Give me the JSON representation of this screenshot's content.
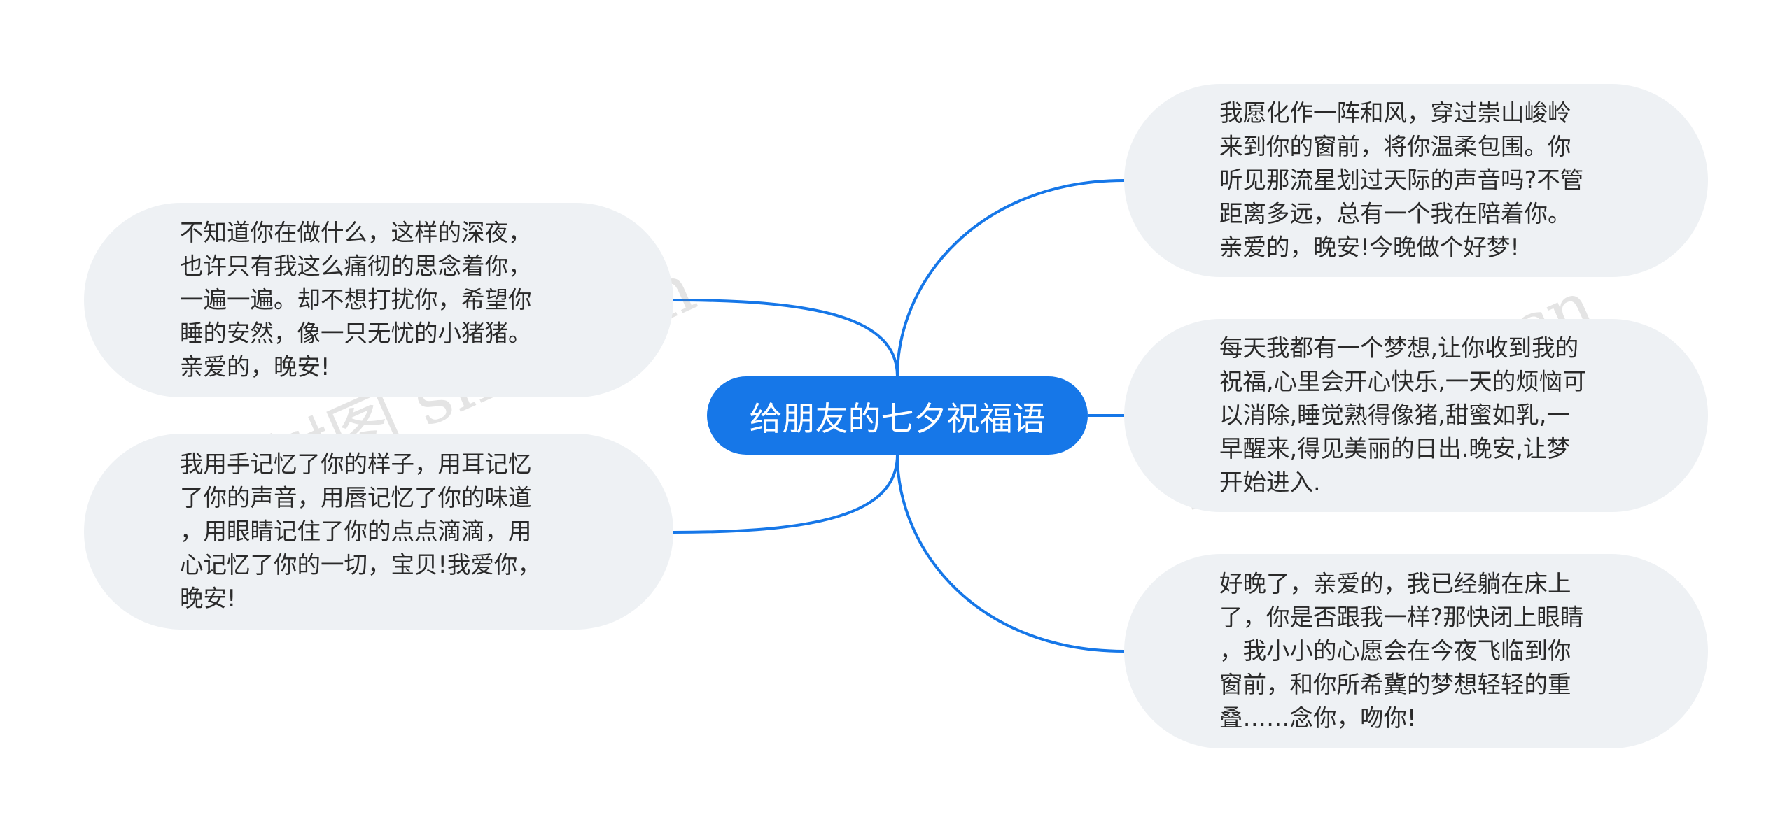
{
  "watermark": {
    "left": "树图 shutu.cn",
    "right": "树图 shutu.cn"
  },
  "colors": {
    "root_fill": "#1677e8",
    "root_text": "#ffffff",
    "node_fill": "#eef1f4",
    "node_text": "#2a2a2a",
    "connector": "#1677e8"
  },
  "mindmap": {
    "root": "给朋友的七夕祝福语",
    "left_branches": [
      {
        "text": "不知道你在做什么，这样的深夜，\n也许只有我这么痛彻的思念着你，\n一遍一遍。却不想打扰你，希望你\n睡的安然，像一只无忧的小猪猪。\n亲爱的，晚安!"
      },
      {
        "text": "我用手记忆了你的样子，用耳记忆\n了你的声音，用唇记忆了你的味道\n，用眼睛记住了你的点点滴滴，用\n心记忆了你的一切，宝贝!我爱你，\n晚安!"
      }
    ],
    "right_branches": [
      {
        "text": "我愿化作一阵和风，穿过崇山峻岭\n来到你的窗前，将你温柔包围。你\n听见那流星划过天际的声音吗?不管\n距离多远，总有一个我在陪着你。\n亲爱的，晚安!今晚做个好梦!"
      },
      {
        "text": "每天我都有一个梦想,让你收到我的\n祝福,心里会开心快乐,一天的烦恼可\n以消除,睡觉熟得像猪,甜蜜如乳,一\n早醒来,得见美丽的日出.晚安,让梦\n开始进入."
      },
      {
        "text": "好晚了，亲爱的，我已经躺在床上\n了，你是否跟我一样?那快闭上眼睛\n，我小小的心愿会在今夜飞临到你\n窗前，和你所希冀的梦想轻轻的重\n叠……念你，吻你!"
      }
    ]
  }
}
